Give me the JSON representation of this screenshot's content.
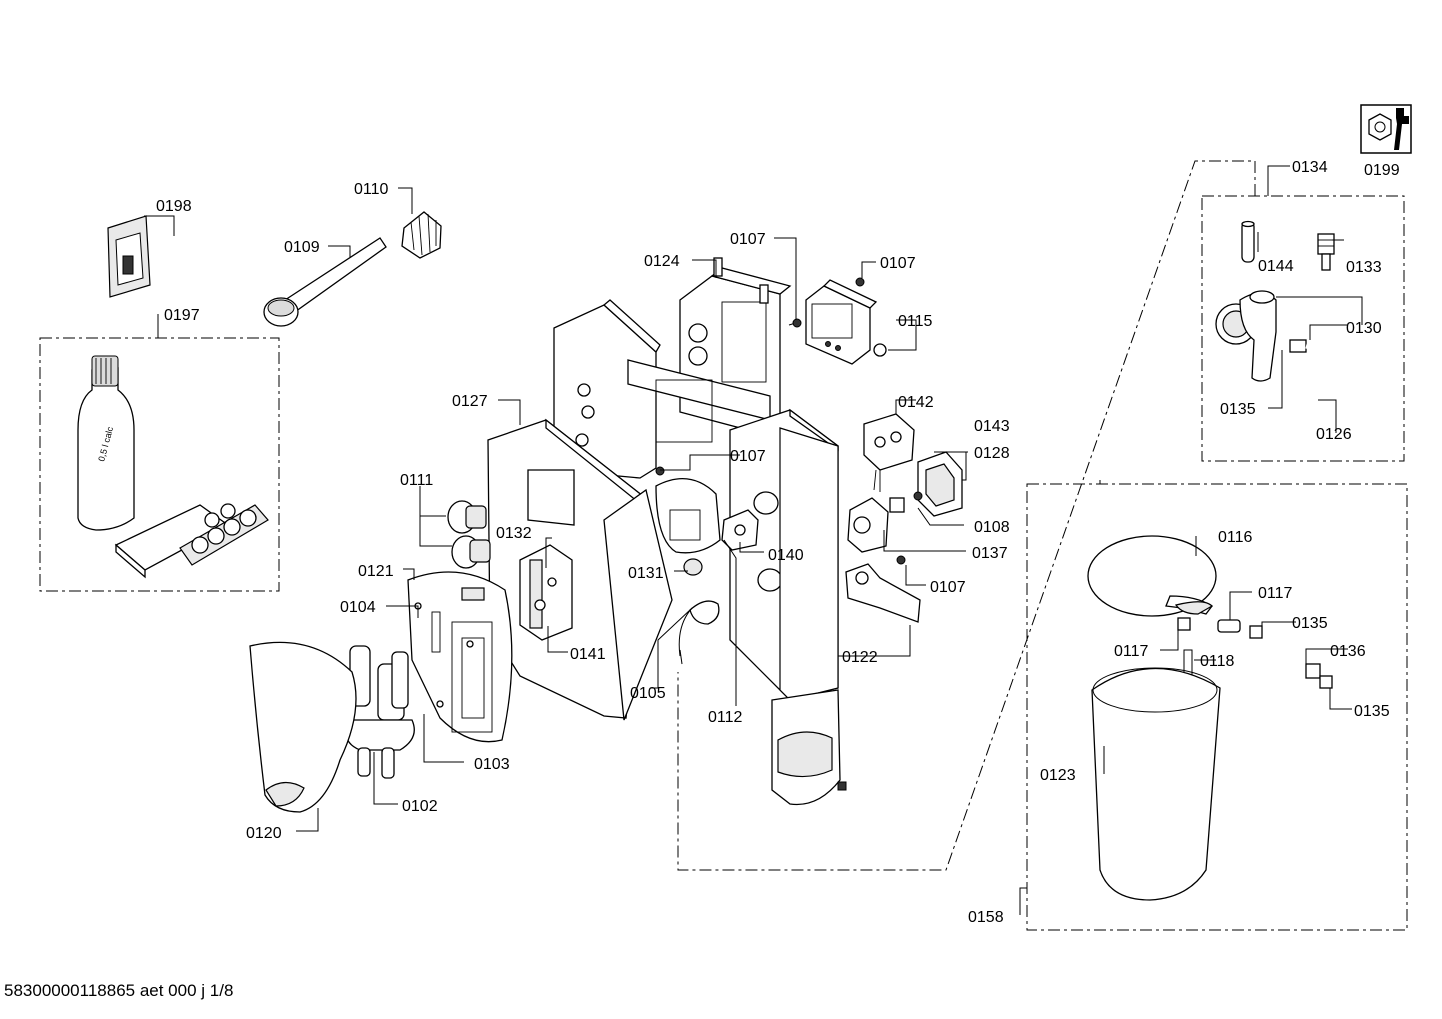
{
  "footer": {
    "doc_id": "58300000118865 aet 000 j 1/8"
  },
  "tool_icon": "wrench-nut-icon",
  "labels": {
    "l0199": "0199",
    "l0134": "0134",
    "l0144": "0144",
    "l0133": "0133",
    "l0130": "0130",
    "l0135a": "0135",
    "l0126": "0126",
    "l0198": "0198",
    "l0110": "0110",
    "l0109": "0109",
    "l0197": "0197",
    "l0107a": "0107",
    "l0124": "0124",
    "l0107b": "0107",
    "l0115": "0115",
    "l0127": "0127",
    "l0142": "0142",
    "l0143": "0143",
    "l0128": "0128",
    "l0107c": "0107",
    "l0111": "0111",
    "l0108": "0108",
    "l0132": "0132",
    "l0140": "0140",
    "l0137": "0137",
    "l0121": "0121",
    "l0131": "0131",
    "l0107d": "0107",
    "l0104": "0104",
    "l0141": "0141",
    "l0122": "0122",
    "l0105": "0105",
    "l0112": "0112",
    "l0103": "0103",
    "l0102": "0102",
    "l0120": "0120",
    "l0116": "0116",
    "l0117a": "0117",
    "l0135b": "0135",
    "l0117b": "0117",
    "l0118": "0118",
    "l0136": "0136",
    "l0135c": "0135",
    "l0123": "0123",
    "l0158": "0158"
  },
  "bottle_text": "0,5 l calc"
}
